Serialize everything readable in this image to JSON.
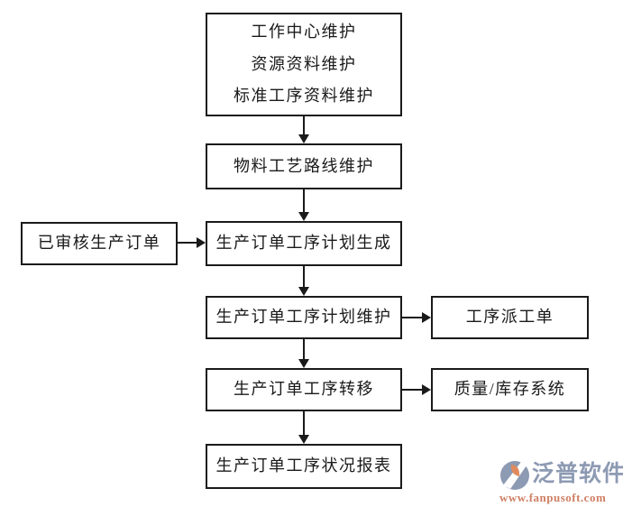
{
  "page": {
    "background": "#ffffff"
  },
  "flowchart": {
    "line_color": "#1a1a1a",
    "boxes": {
      "master_data": {
        "line1": "工作中心维护",
        "line2": "资源资料维护",
        "line3": "标准工序资料维护"
      },
      "routing": "物料工艺路线维护",
      "reviewed_order": "已审核生产订单",
      "plan_generate": "生产订单工序计划生成",
      "plan_maintain": "生产订单工序计划维护",
      "dispatch_order": "工序派工单",
      "transfer": "生产订单工序转移",
      "quality_system": "质量/库存系统",
      "status_report": "生产订单工序状况报表"
    }
  },
  "logo": {
    "brand": "泛普软件",
    "url": "www.fanpusoft.com",
    "brand_color": "#8d9ab3",
    "url_color": "#cf7f63",
    "icon": "fanpu-logo-icon",
    "icon_primary": "#8d9ab3",
    "icon_accent": "#e08a5e"
  }
}
